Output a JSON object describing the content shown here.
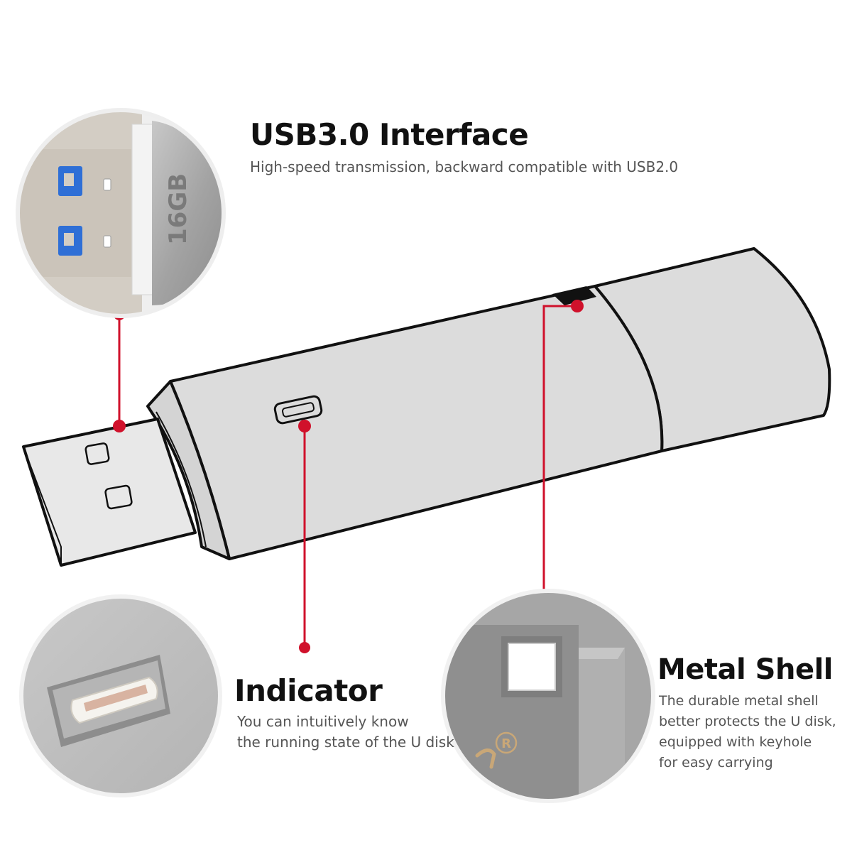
{
  "features": {
    "usb": {
      "title": "USB3.0 Interface",
      "desc": [
        "High-speed transmission, backward compatible with USB2.0"
      ]
    },
    "indicator": {
      "title": "Indicator",
      "desc": [
        "You can intuitively know",
        "the running state of the U disk"
      ]
    },
    "metal": {
      "title": "Metal Shell",
      "desc": [
        "The durable metal shell",
        "better protects the U disk,",
        "equipped with keyhole",
        "for easy carrying"
      ]
    }
  },
  "connector_label": "16GB",
  "colors": {
    "accent": "#d0112b",
    "shell": "#dcdcdc",
    "outline": "#111111",
    "metal_dark": "#8e8e8e",
    "port_blue": "#2f6fd6"
  }
}
